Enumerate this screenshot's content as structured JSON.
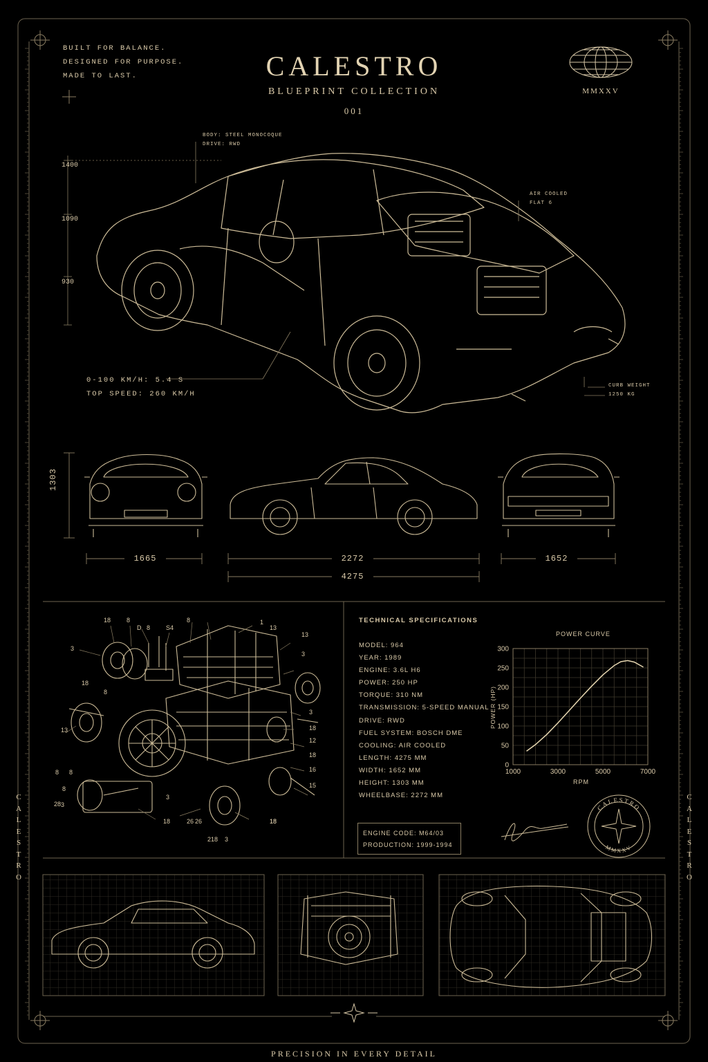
{
  "tagline": [
    "BUILT FOR BALANCE.",
    "DESIGNED FOR PURPOSE.",
    "MADE TO LAST."
  ],
  "header": {
    "brand": "CALESTRO",
    "collection": "BLUEPRINT COLLECTION",
    "number": "001",
    "year": "MMXXV"
  },
  "side_text_left": [
    "C",
    "A",
    "L",
    "E",
    "S",
    "T",
    "R",
    "O"
  ],
  "side_text_right": [
    "C",
    "A",
    "L",
    "E",
    "S",
    "T",
    "R",
    "O"
  ],
  "callouts": {
    "body": "BODY: STEEL MONOCOQUE",
    "drive": "DRIVE: RWD",
    "engine_type_1": "AIR COOLED",
    "engine_type_2": "FLAT 6",
    "accel": "0-100 KM/H: 5.4 S",
    "top_speed": "TOP SPEED: 260 KM/H",
    "curb_label": "CURB WEIGHT",
    "curb_value": "1250 KG"
  },
  "height_marks": [
    "1400",
    "1090",
    "930"
  ],
  "dimensions": {
    "height": "1303",
    "front_width": "1665",
    "wheelbase": "2272",
    "length": "4275",
    "rear_width": "1652"
  },
  "parts_labels": [
    "18",
    "8",
    "D",
    "8",
    "S4",
    "3",
    "8",
    "1",
    "13",
    "13",
    "3",
    "18",
    "8",
    "3",
    "18",
    "12",
    "18",
    "16",
    "15",
    "13",
    "3",
    "26",
    "18",
    "3",
    "18",
    "8",
    "8",
    "28",
    "18",
    "8",
    "26",
    "18",
    "2",
    "3"
  ],
  "specs": {
    "title": "TECHNICAL SPECIFICATIONS",
    "items": [
      "MODEL: 964",
      "YEAR: 1989",
      "ENGINE: 3.6L H6",
      "POWER: 250 HP",
      "TORQUE: 310 NM",
      "TRANSMISSION: 5-SPEED MANUAL",
      "DRIVE: RWD",
      "FUEL SYSTEM: BOSCH DME",
      "COOLING: AIR COOLED",
      "LENGTH: 4275 MM",
      "WIDTH: 1652 MM",
      "HEIGHT: 1303 MM",
      "WHEELBASE: 2272 MM"
    ],
    "engine_code": "ENGINE CODE: M64/03",
    "production": "PRODUCTION: 1999-1994"
  },
  "seal": {
    "top": "CALESTRO",
    "bottom": "MMXXV"
  },
  "footer": "PRECISION IN EVERY DETAIL",
  "colors": {
    "ink": "#d9c9a8",
    "background": "#000000",
    "frame": "#6e6450"
  },
  "chart_data": {
    "type": "line",
    "title": "POWER CURVE",
    "xlabel": "RPM",
    "ylabel": "POWER (HP)",
    "xlim": [
      1000,
      7000
    ],
    "ylim": [
      0,
      300
    ],
    "x_ticks": [
      "1000",
      "3000",
      "5000",
      "7000"
    ],
    "y_ticks": [
      "0",
      "50",
      "100",
      "150",
      "200",
      "250",
      "300"
    ],
    "grid": true,
    "x": [
      1600,
      2000,
      2500,
      3000,
      3500,
      4000,
      4500,
      5000,
      5500,
      5800,
      6100,
      6400,
      6800
    ],
    "y": [
      35,
      52,
      78,
      108,
      140,
      172,
      203,
      232,
      256,
      266,
      269,
      265,
      252
    ]
  }
}
